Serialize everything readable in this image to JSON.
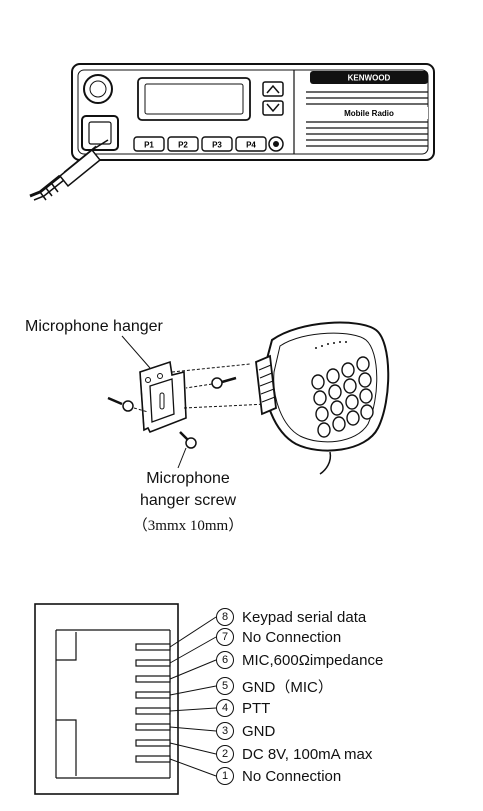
{
  "radio": {
    "top_badge": "KENWOOD",
    "bottom_badge": "Mobile Radio",
    "keys": [
      "P1",
      "P2",
      "P3",
      "P4"
    ]
  },
  "hanger": {
    "label": "Microphone  hanger",
    "screw_label_line1": "Microphone",
    "screw_label_line2": "hanger screw",
    "screw_size": "（3mmx 10mm）"
  },
  "pinout": {
    "pins": [
      {
        "num": "8",
        "desc": "Keypad serial data"
      },
      {
        "num": "7",
        "desc": "No Connection"
      },
      {
        "num": "6",
        "desc": "MIC,600Ωimpedance"
      },
      {
        "num": "5",
        "desc": "GND（MIC）"
      },
      {
        "num": "4",
        "desc": "PTT"
      },
      {
        "num": "3",
        "desc": "GND"
      },
      {
        "num": "2",
        "desc": "DC 8V, 100mA max"
      },
      {
        "num": "1",
        "desc": "No Connection"
      }
    ]
  }
}
